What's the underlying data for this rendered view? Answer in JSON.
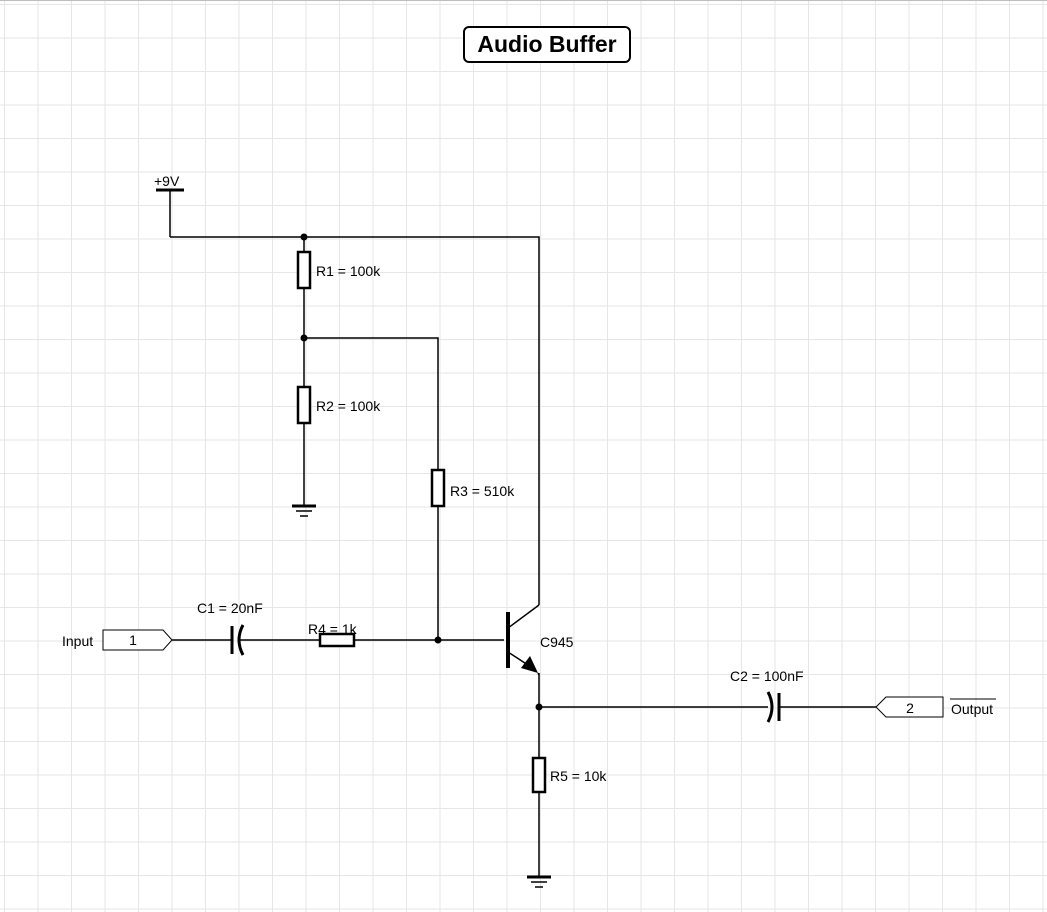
{
  "title": "Audio Buffer",
  "supply": {
    "label": "+9V"
  },
  "components": {
    "r1": "R1 = 100k",
    "r2": "R2 = 100k",
    "r3": "R3 = 510k",
    "r4": "R4 = 1k",
    "r5": "R5 = 10k",
    "c1": "C1 = 20nF",
    "c2": "C2 = 100nF",
    "q1": "C945"
  },
  "ports": {
    "input": {
      "label": "Input",
      "number": "1"
    },
    "output": {
      "label": "Output",
      "number": "2"
    }
  }
}
